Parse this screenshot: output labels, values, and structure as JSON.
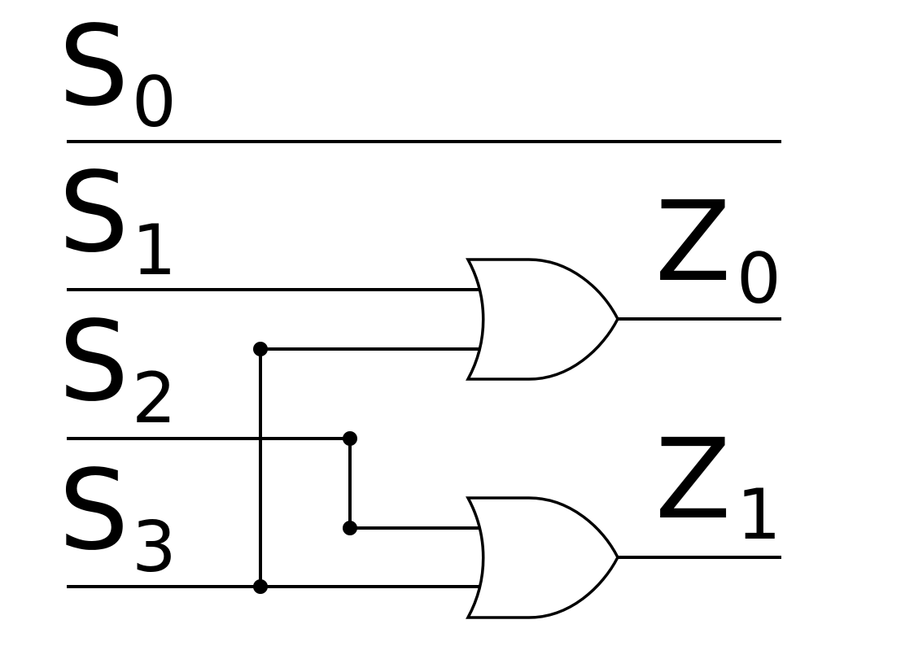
{
  "diagram": {
    "inputs": [
      {
        "letter": "S",
        "index": "0"
      },
      {
        "letter": "S",
        "index": "1"
      },
      {
        "letter": "S",
        "index": "2"
      },
      {
        "letter": "S",
        "index": "3"
      }
    ],
    "outputs": [
      {
        "letter": "Z",
        "index": "0"
      },
      {
        "letter": "Z",
        "index": "1"
      }
    ],
    "gates": [
      "OR",
      "OR"
    ]
  }
}
